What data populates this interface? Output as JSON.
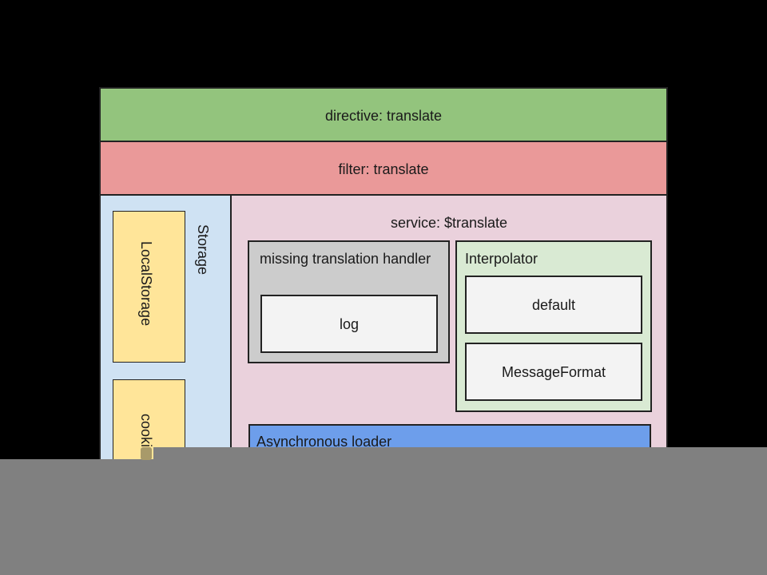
{
  "diagram": {
    "directive": "directive: translate",
    "filter": "filter: translate",
    "storage": {
      "title": "Storage",
      "local_storage": "LocalStorage",
      "cookie": "cookie"
    },
    "service": {
      "title": "service: $translate",
      "missing_handler": {
        "title": "missing translation handler",
        "log": "log"
      },
      "interpolator": {
        "title": "Interpolator",
        "default": "default",
        "message_format": "MessageFormat"
      },
      "async_loader": "Asynchronous loader"
    }
  },
  "colors": {
    "background": "#000000",
    "directive": "#93c47d",
    "filter": "#ea9999",
    "storage": "#cfe2f3",
    "storage_item": "#ffe599",
    "service": "#ead1dc",
    "missing_handler": "#cccccc",
    "interpolator": "#d9ead3",
    "inner_box": "#f3f3f3",
    "async_loader": "#6d9eeb",
    "overlay": "#808080"
  }
}
